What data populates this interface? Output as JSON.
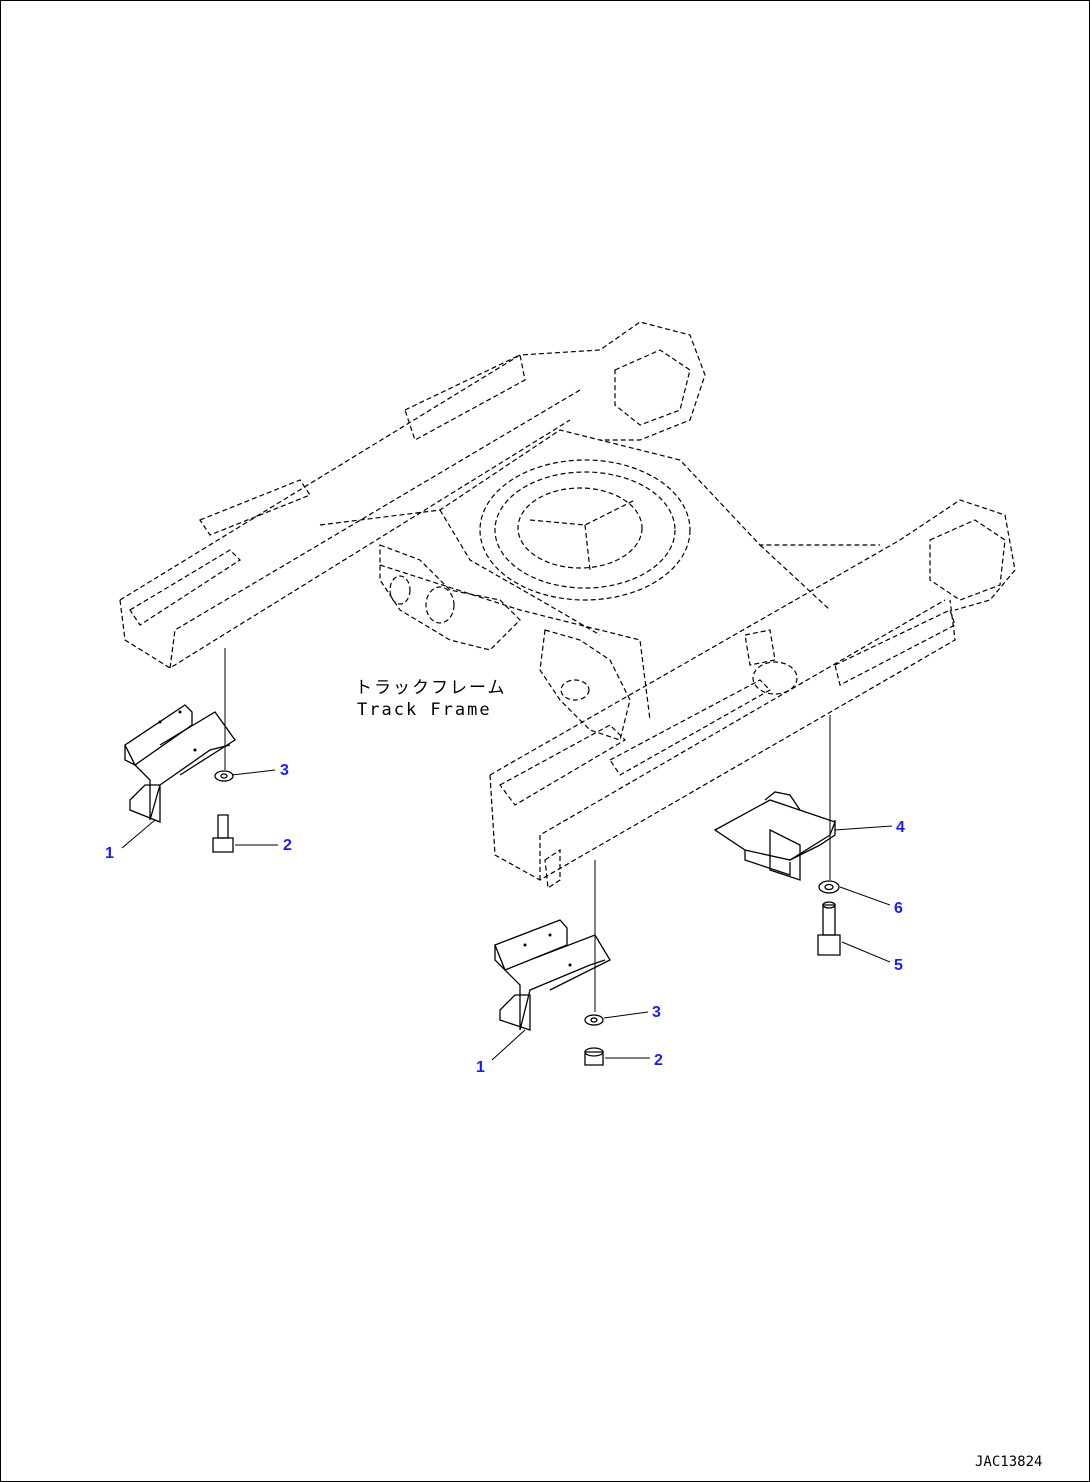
{
  "frame_label": {
    "japanese": "トラックフレーム",
    "english": "Track Frame"
  },
  "doc_id": "JAC13824",
  "callouts": [
    {
      "id": "c1a",
      "text": "1"
    },
    {
      "id": "c2a",
      "text": "2"
    },
    {
      "id": "c3a",
      "text": "3"
    },
    {
      "id": "c1b",
      "text": "1"
    },
    {
      "id": "c2b",
      "text": "2"
    },
    {
      "id": "c3b",
      "text": "3"
    },
    {
      "id": "c4",
      "text": "4"
    },
    {
      "id": "c5",
      "text": "5"
    },
    {
      "id": "c6",
      "text": "6"
    }
  ],
  "colors": {
    "callout": "#1a1aff",
    "line": "#000000"
  }
}
